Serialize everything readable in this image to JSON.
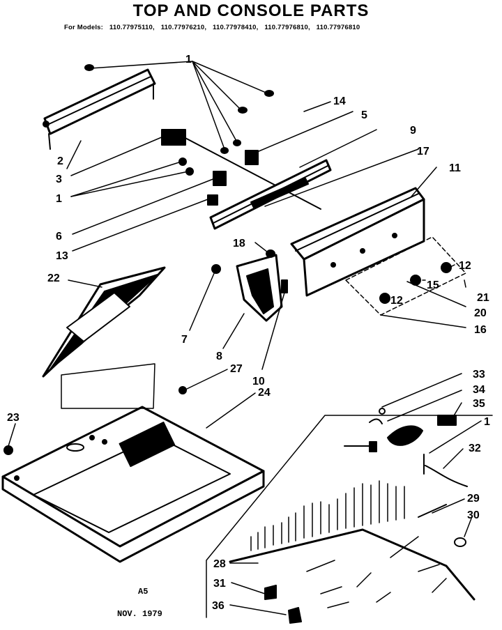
{
  "title": "TOP AND CONSOLE PARTS",
  "models": {
    "label": "For Models:",
    "list": [
      "110.77975110,",
      "110.77976210,",
      "110.77978410,",
      "110.77976810,",
      "110.77976810"
    ]
  },
  "callouts": [
    "1",
    "2",
    "3",
    "1",
    "6",
    "13",
    "14",
    "5",
    "9",
    "17",
    "11",
    "12",
    "15",
    "21",
    "20",
    "12",
    "16",
    "18",
    "7",
    "8",
    "10",
    "22",
    "27",
    "24",
    "23",
    "33",
    "34",
    "35",
    "1",
    "32",
    "29",
    "30",
    "28",
    "31",
    "36"
  ],
  "footer": {
    "code": "A5",
    "date": "NOV. 1979"
  }
}
